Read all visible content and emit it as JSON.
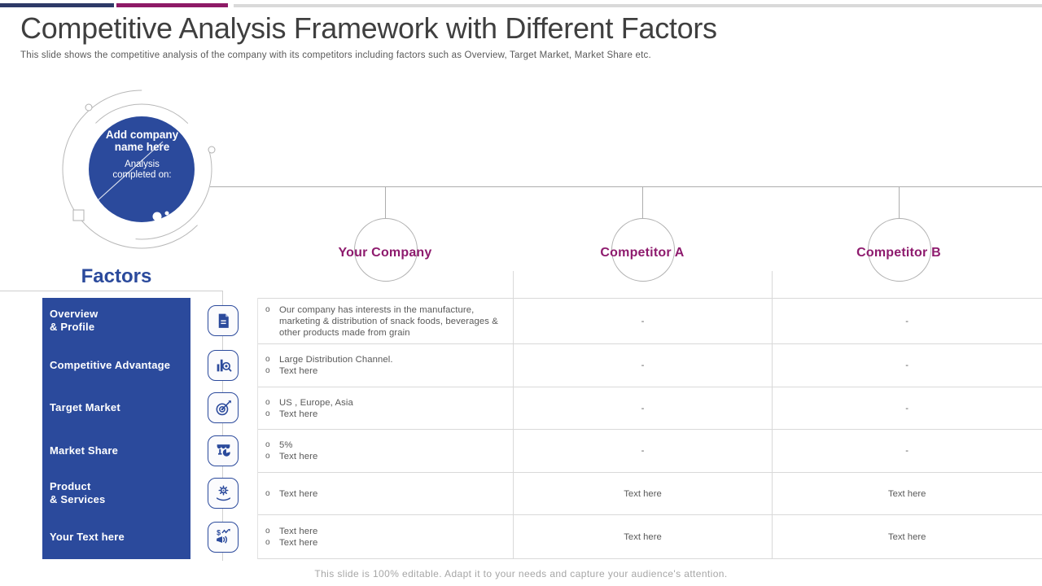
{
  "slide": {
    "title": "Competitive Analysis Framework with Different Factors",
    "subtitle": "This slide shows the competitive analysis of the company with its competitors including factors such as Overview, Target Market, Market Share etc.",
    "footer": "This slide is 100% editable. Adapt it to your needs and capture your audience's attention."
  },
  "hero": {
    "title": "Add company\nname here",
    "subtitle": "Analysis\ncompleted on:"
  },
  "factors": {
    "heading": "Factors",
    "items": [
      {
        "label": "Overview\n& Profile",
        "icon": "document-icon"
      },
      {
        "label": "Competitive Advantage",
        "icon": "bar-chart-search-icon"
      },
      {
        "label": "Target Market",
        "icon": "target-dart-icon"
      },
      {
        "label": "Market Share",
        "icon": "shop-pie-icon"
      },
      {
        "label": "Product\n& Services",
        "icon": "gear-hand-icon"
      },
      {
        "label": "Your Text here",
        "icon": "dollar-megaphone-icon"
      }
    ]
  },
  "columns": [
    {
      "label": "Your Company"
    },
    {
      "label": "Competitor A"
    },
    {
      "label": "Competitor B"
    }
  ],
  "table": {
    "rows": [
      {
        "your_company": [
          "Our company has interests in the manufacture, marketing & distribution of snack foods, beverages & other products made from grain"
        ],
        "competitor_a": "-",
        "competitor_b": "-"
      },
      {
        "your_company": [
          "Large Distribution Channel.",
          "Text here"
        ],
        "competitor_a": "-",
        "competitor_b": "-"
      },
      {
        "your_company": [
          "US , Europe, Asia",
          "Text here"
        ],
        "competitor_a": "-",
        "competitor_b": "-"
      },
      {
        "your_company": [
          "5%",
          "Text here"
        ],
        "competitor_a": "-",
        "competitor_b": "-"
      },
      {
        "your_company": [
          "Text here"
        ],
        "competitor_a": "Text here",
        "competitor_b": "Text here"
      },
      {
        "your_company": [
          "Text here",
          "Text here"
        ],
        "competitor_a": "Text here",
        "competitor_b": "Text here"
      }
    ]
  },
  "colors": {
    "accent_blue": "#2b4a9c",
    "magenta_text": "#8e1b6e",
    "bar_navy": "#2e3a67",
    "bar_magenta": "#8e1a66",
    "bar_gray": "#d9d9d9",
    "body_text": "#595959",
    "border_gray": "#d9d9d9",
    "arc_gray": "#b0b0b0",
    "footer_gray": "#a6a6a6"
  }
}
